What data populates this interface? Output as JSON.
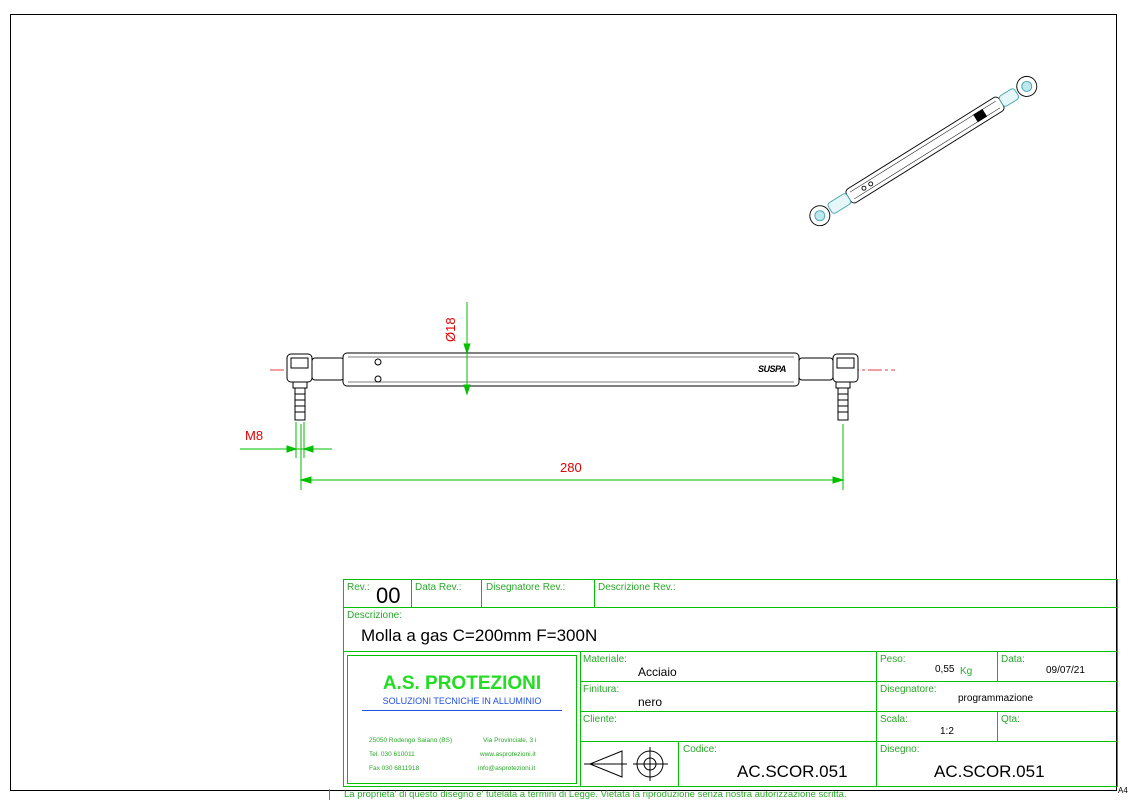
{
  "drawing": {
    "dim_diameter": "Ø18",
    "dim_thread": "M8",
    "dim_length": "280",
    "brand_mark": "SUSPA"
  },
  "title_block": {
    "rev_label": "Rev.:",
    "rev_value": "00",
    "data_rev_label": "Data Rev.:",
    "disegnatore_rev_label": "Disegnatore Rev.:",
    "descrizione_rev_label": "Descrizione Rev.:",
    "descrizione_label": "Descrizione:",
    "descrizione_value": "Molla a gas C=200mm F=300N",
    "company": {
      "name": "A.S. PROTEZIONI",
      "tagline": "SOLUZIONI TECNICHE IN ALLUMINIO",
      "address_city": "25050 Rodengo Saiano (BS)",
      "address_street": "Via Provinciale, 3 i",
      "tel": "Tel.  030 610011",
      "web": "www.asprotezioni.it",
      "fax": "Fax  030 6811918",
      "email": "info@asprotezioni.it"
    },
    "materiale_label": "Materiale:",
    "materiale_value": "Acciaio",
    "finitura_label": "Finitura:",
    "finitura_value": "nero",
    "cliente_label": "Cliente:",
    "codice_label": "Codice:",
    "codice_value": "AC.SCOR.051",
    "peso_label": "Peso:",
    "peso_value": "0,55",
    "peso_unit": "Kg",
    "data_label": "Data:",
    "data_value": "09/07/21",
    "disegnatore_label": "Disegnatore:",
    "disegnatore_value": "programmazione",
    "scala_label": "Scala:",
    "scala_value": "1:2",
    "qta_label": "Qta:",
    "disegno_label": "Disegno:",
    "disegno_value": "AC.SCOR.051",
    "footer": "La proprieta' di questo disegno e' tutelata a termini di Legge.  Vietata la riproduzione senza nostra autorizzazione scritta.",
    "sheet_size": "A4"
  },
  "colors": {
    "frame_green": "#00c000",
    "dimension_red": "#e00000",
    "company_name_green": "#22dd22",
    "tagline_blue": "#2050e0",
    "accent_cyan": "#40c0d0"
  }
}
